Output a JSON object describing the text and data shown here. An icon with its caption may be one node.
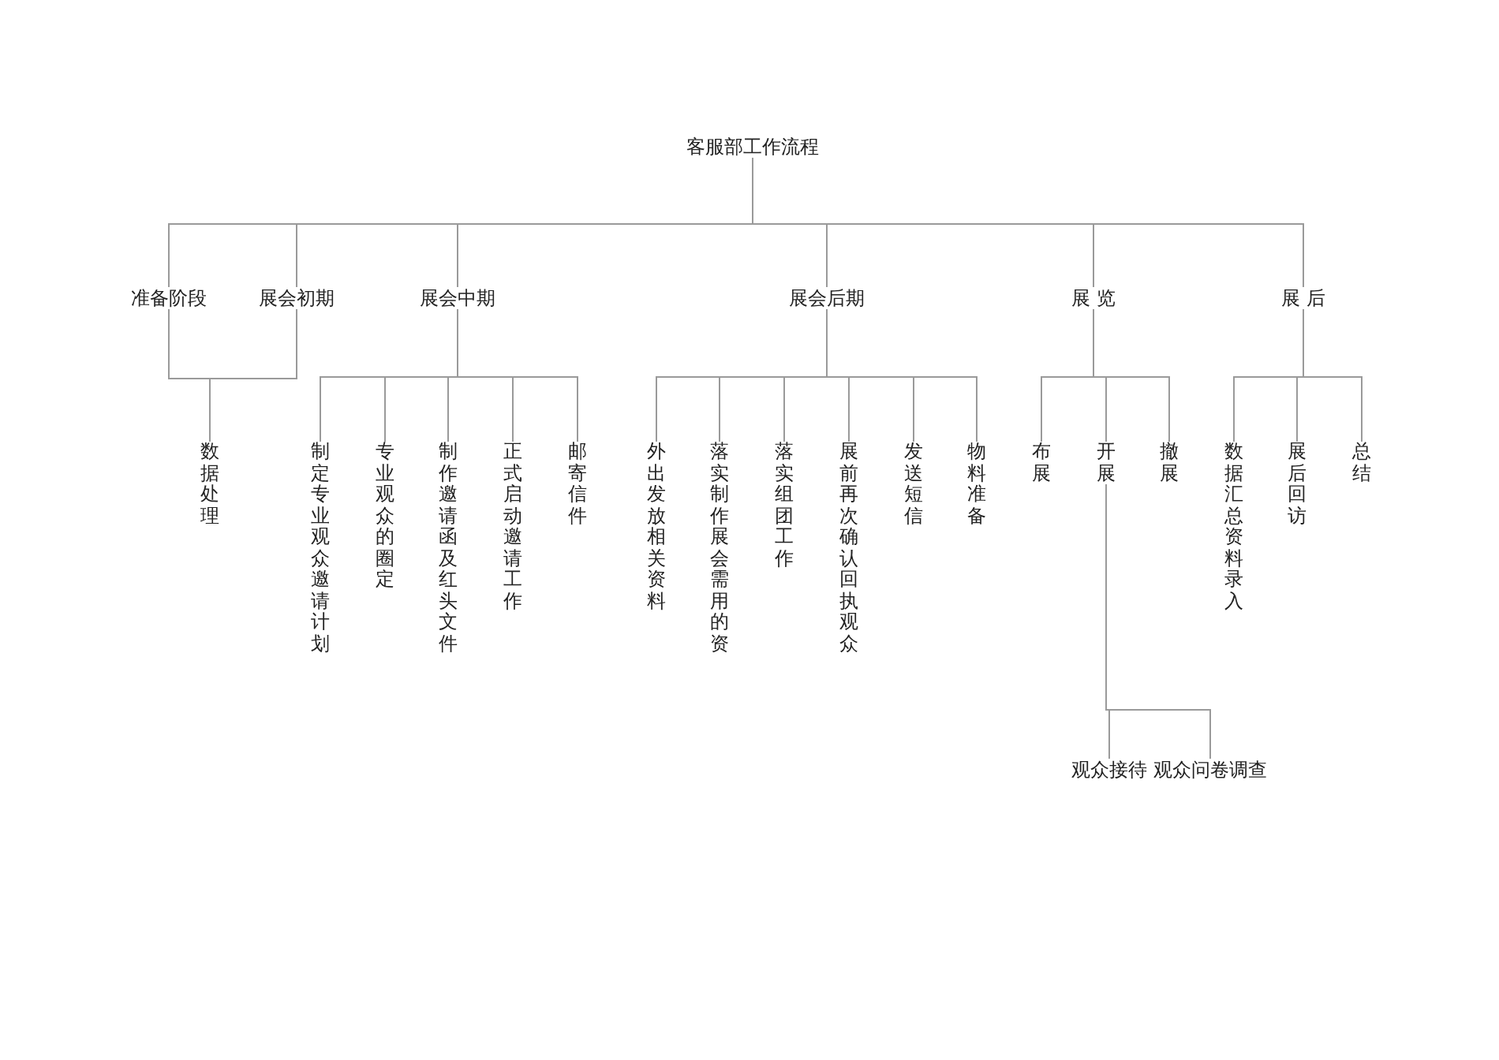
{
  "diagram": {
    "nodes": [
      {
        "text": [
          "客服部工作流程"
        ]
      },
      {
        "text": [
          "准备阶段"
        ]
      },
      {
        "text": [
          "展会初期"
        ]
      },
      {
        "text": [
          "展会中期"
        ]
      },
      {
        "text": [
          "展会后期"
        ]
      },
      {
        "text": [
          "展 览"
        ]
      },
      {
        "text": [
          "展 后"
        ]
      },
      {
        "text": [
          "数据处理"
        ]
      },
      {
        "text": [
          "制定专业观众邀请计划"
        ]
      },
      {
        "text": [
          "专业观众的圈定"
        ]
      },
      {
        "text": [
          "制作邀请函及红头文件"
        ]
      },
      {
        "text": [
          "正式启动邀请工作"
        ]
      },
      {
        "text": [
          "邮寄信件"
        ]
      },
      {
        "text": [
          "外出发放相关资料"
        ]
      },
      {
        "text": [
          "落实制作展会需用的资"
        ]
      },
      {
        "text": [
          "落实组团工作"
        ]
      },
      {
        "text": [
          "展前再次确认回执观众"
        ]
      },
      {
        "text": [
          "发送短信"
        ]
      },
      {
        "text": [
          "物料准备"
        ]
      },
      {
        "text": [
          "布展"
        ]
      },
      {
        "text": [
          "开展"
        ]
      },
      {
        "text": [
          "撤展"
        ]
      },
      {
        "text": [
          "数据汇总资料录入"
        ]
      },
      {
        "text": [
          "展后回访"
        ]
      },
      {
        "text": [
          "总结"
        ]
      },
      {
        "text": [
          "观众接待"
        ]
      },
      {
        "text": [
          "观众问卷调查"
        ]
      }
    ],
    "edges": [
      {
        "from": 0,
        "to": 1,
        "arrow": "none"
      },
      {
        "from": 0,
        "to": 2,
        "arrow": "none"
      },
      {
        "from": 0,
        "to": 3,
        "arrow": "none"
      },
      {
        "from": 0,
        "to": 4,
        "arrow": "none"
      },
      {
        "from": 0,
        "to": 5,
        "arrow": "none"
      },
      {
        "from": 0,
        "to": 6,
        "arrow": "none"
      },
      {
        "from": 1,
        "to": 7,
        "arrow": "none"
      },
      {
        "from": 2,
        "to": 7,
        "arrow": "none"
      },
      {
        "from": 3,
        "to": 8,
        "arrow": "none"
      },
      {
        "from": 3,
        "to": 9,
        "arrow": "none"
      },
      {
        "from": 3,
        "to": 10,
        "arrow": "none"
      },
      {
        "from": 3,
        "to": 11,
        "arrow": "none"
      },
      {
        "from": 3,
        "to": 12,
        "arrow": "none"
      },
      {
        "from": 4,
        "to": 13,
        "arrow": "none"
      },
      {
        "from": 4,
        "to": 14,
        "arrow": "none"
      },
      {
        "from": 4,
        "to": 15,
        "arrow": "none"
      },
      {
        "from": 4,
        "to": 16,
        "arrow": "none"
      },
      {
        "from": 4,
        "to": 17,
        "arrow": "none"
      },
      {
        "from": 4,
        "to": 18,
        "arrow": "none"
      },
      {
        "from": 5,
        "to": 19,
        "arrow": "none"
      },
      {
        "from": 5,
        "to": 20,
        "arrow": "none"
      },
      {
        "from": 5,
        "to": 21,
        "arrow": "none"
      },
      {
        "from": 6,
        "to": 22,
        "arrow": "none"
      },
      {
        "from": 6,
        "to": 23,
        "arrow": "none"
      },
      {
        "from": 6,
        "to": 24,
        "arrow": "none"
      },
      {
        "from": 20,
        "to": 25,
        "arrow": "none"
      },
      {
        "from": 20,
        "to": 26,
        "arrow": "none"
      }
    ]
  }
}
